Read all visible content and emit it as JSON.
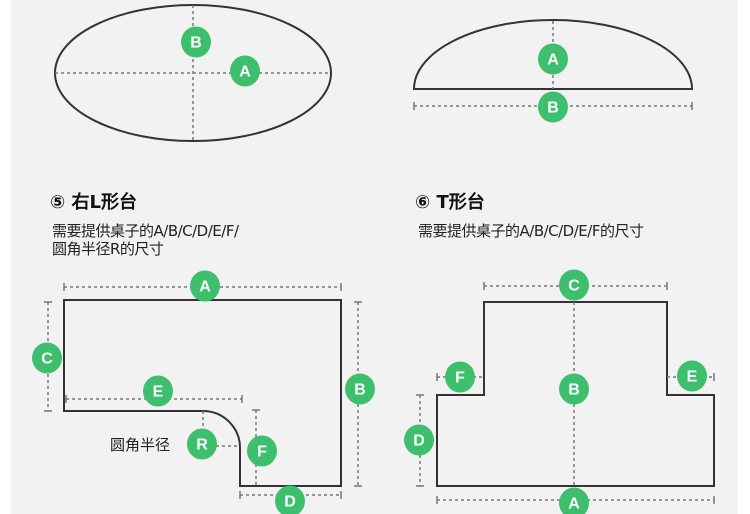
{
  "colors": {
    "accent": "#3dbf6e",
    "panel": "#f2f2f2"
  },
  "oval": {
    "badges": [
      "B",
      "A"
    ]
  },
  "half_oval": {
    "badges": [
      "A",
      "B"
    ]
  },
  "right_l": {
    "title": "⑤ 右L形台",
    "desc_line1": "需要提供桌子的A/B/C/D/E/F/",
    "desc_line2": "圆角半径R的尺寸",
    "radius_label": "圆角半径",
    "badges": {
      "A": "A",
      "B": "B",
      "C": "C",
      "D": "D",
      "E": "E",
      "F": "F",
      "R": "R"
    }
  },
  "t_shape": {
    "title": "⑥ T形台",
    "desc_line1": "需要提供桌子的A/B/C/D/E/F的尺寸",
    "badges": {
      "A": "A",
      "B": "B",
      "C": "C",
      "D": "D",
      "E": "E",
      "F": "F"
    }
  }
}
